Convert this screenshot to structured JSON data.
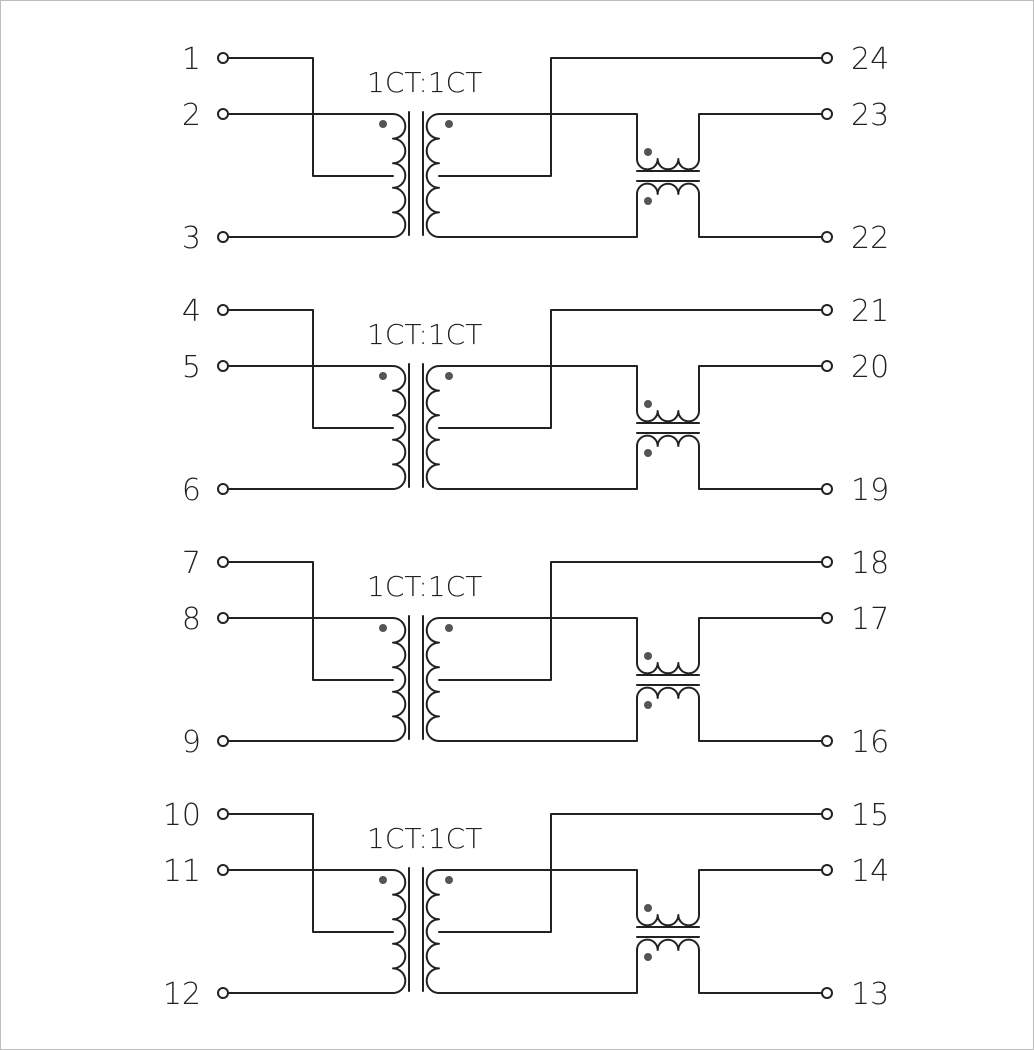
{
  "diagram": {
    "colors": {
      "line": "#222222",
      "dot": "#555555",
      "border": "#bdbdbd",
      "background": "#ffffff"
    },
    "channels": [
      {
        "ratio": "1CT:1CT",
        "left_pins": [
          "1",
          "2",
          "3"
        ],
        "right_pins": [
          "24",
          "23",
          "22"
        ]
      },
      {
        "ratio": "1CT:1CT",
        "left_pins": [
          "4",
          "5",
          "6"
        ],
        "right_pins": [
          "21",
          "20",
          "19"
        ]
      },
      {
        "ratio": "1CT:1CT",
        "left_pins": [
          "7",
          "8",
          "9"
        ],
        "right_pins": [
          "18",
          "17",
          "16"
        ]
      },
      {
        "ratio": "1CT:1CT",
        "left_pins": [
          "10",
          "11",
          "12"
        ],
        "right_pins": [
          "15",
          "14",
          "13"
        ]
      }
    ]
  }
}
